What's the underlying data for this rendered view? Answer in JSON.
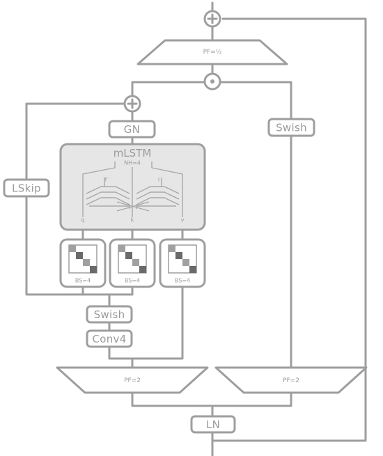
{
  "top_projection": {
    "label": "PF=½"
  },
  "norm_top": {
    "label": "GN"
  },
  "swish_right": {
    "label": "Swish"
  },
  "lskip": {
    "label": "LSkip"
  },
  "mlstm": {
    "title": "mLSTM",
    "heads": "NH=4",
    "gate_f": "f",
    "gate_i": "i",
    "input_q": "q",
    "input_k": "k",
    "input_v": "v"
  },
  "blocks": [
    {
      "label": "BS=4"
    },
    {
      "label": "BS=4"
    },
    {
      "label": "BS=4"
    }
  ],
  "swish_left": {
    "label": "Swish"
  },
  "conv": {
    "label": "Conv4"
  },
  "up_left": {
    "label": "PF=2"
  },
  "up_right": {
    "label": "PF=2"
  },
  "norm_bottom": {
    "label": "LN"
  },
  "colors": {
    "stroke": "#9e9e9e",
    "fill_block": "#e6e6e6",
    "text": "#9a9a9a"
  }
}
